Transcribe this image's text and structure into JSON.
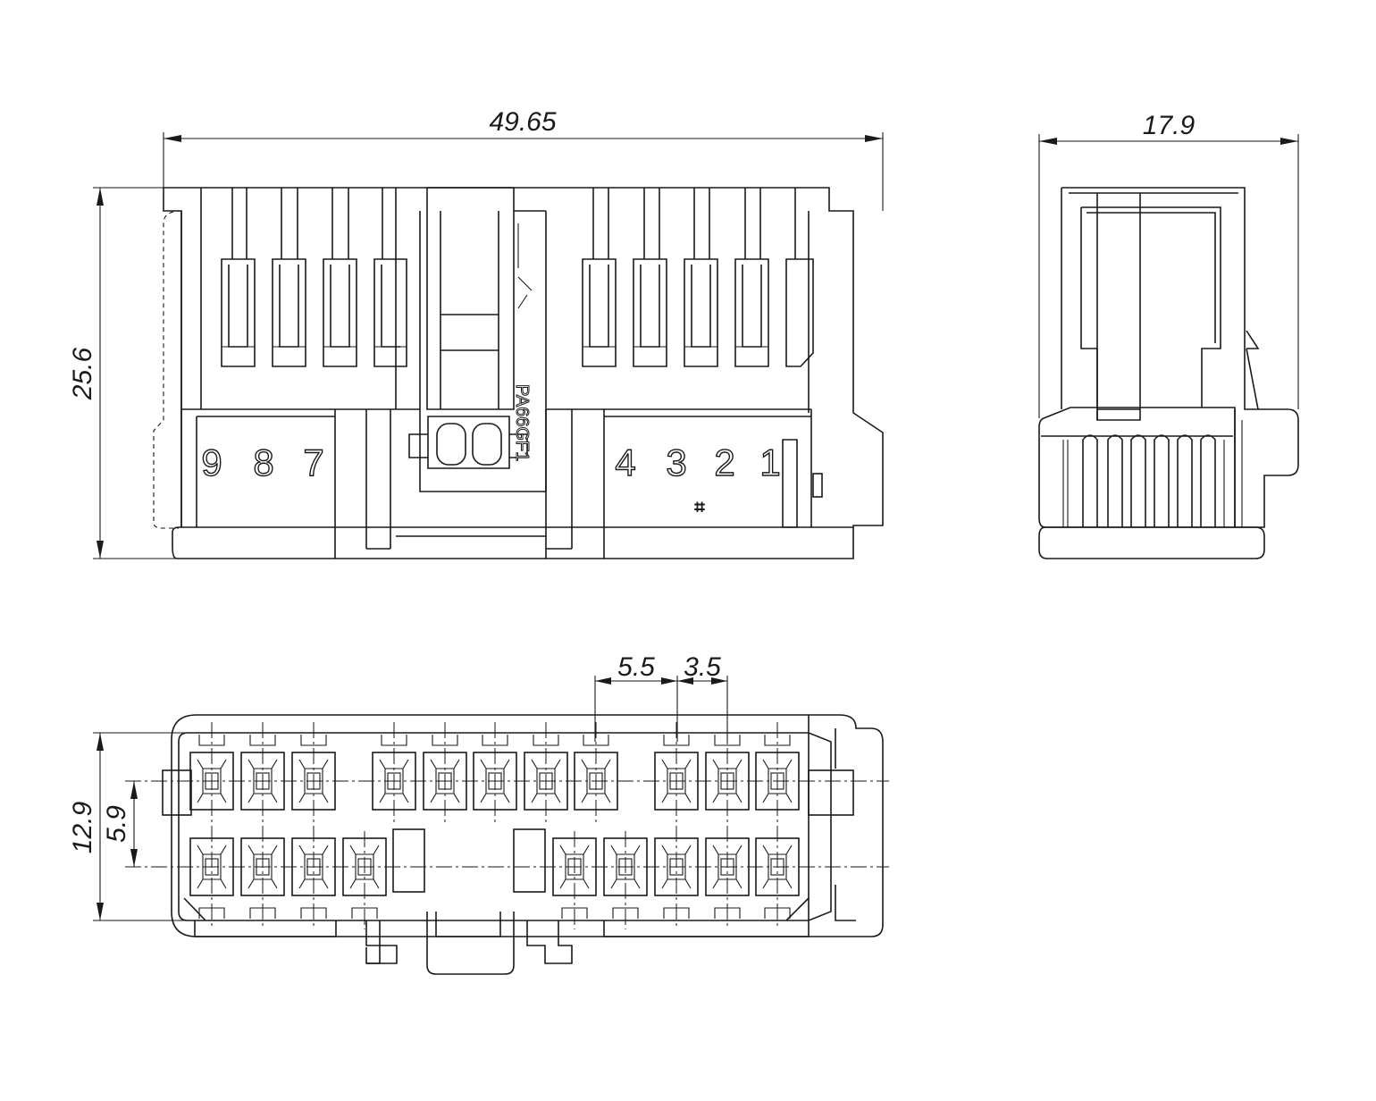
{
  "drawing": {
    "dimensions": {
      "overall_width": "49.65",
      "overall_height": "25.6",
      "side_width": "17.9",
      "face_height": "12.9",
      "row_pitch": "5.9",
      "gap": "5.5",
      "pitch": "3.5"
    },
    "pin_labels": {
      "p9": "9",
      "p8": "8",
      "p7": "7",
      "p4": "4",
      "p3": "3",
      "p2": "2",
      "p1": "1"
    },
    "molded_text": {
      "part_mark": "PA66GF1",
      "symbol": "⌗"
    }
  }
}
